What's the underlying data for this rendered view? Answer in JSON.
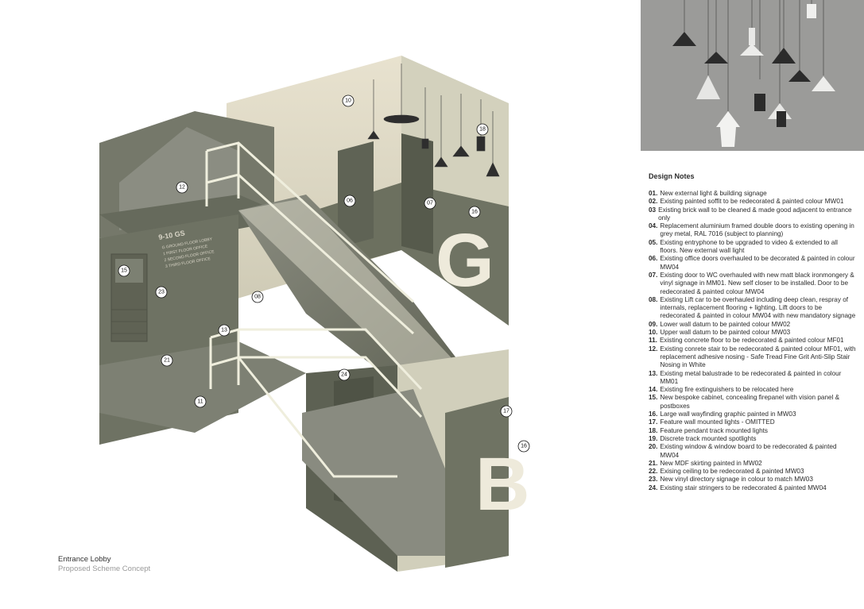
{
  "caption": {
    "title": "Entrance Lobby",
    "subtitle": "Proposed Scheme Concept"
  },
  "notes_title": "Design Notes",
  "notes": [
    {
      "num": "01.",
      "text": "New external light & building signage"
    },
    {
      "num": "02.",
      "text": "Existing painted soffit to be redecorated & painted colour MW01"
    },
    {
      "num": "03",
      "text": "Existing brick wall to be cleaned & made good adjacent to entrance only"
    },
    {
      "num": "04.",
      "text": "Replacement aluminium framed double doors to existing opening in grey metal, RAL 7016 (subject to planning)"
    },
    {
      "num": "05.",
      "text": "Existing entryphone to be upgraded to video & extended to all floors. New external wall light"
    },
    {
      "num": "06.",
      "text": "Existing office doors overhauled to be decorated & painted in colour MW04"
    },
    {
      "num": "07.",
      "text": "Existing door to WC overhauled with new matt black ironmongery & vinyl signage in MM01. New self closer to be installed. Door to be redecorated & painted colour MW04"
    },
    {
      "num": "08.",
      "text": "Existing Lift car to be overhauled including deep clean, respray of internals, replacement flooring + lighting. Lift doors to be redecorated & painted in colour MW04 with new mandatory signage"
    },
    {
      "num": "09.",
      "text": "Lower wall datum to be painted colour MW02"
    },
    {
      "num": "10.",
      "text": "Upper wall datum to be painted colour MW03"
    },
    {
      "num": "11.",
      "text": "Existing concrete floor to be redecorated & painted colour MF01"
    },
    {
      "num": "12.",
      "text": "Existing conrete stair to be redecorated & painted colour MF01, with replacement adhesive nosing - Safe Tread Fine Grit Anti-Slip Stair Nosing in White"
    },
    {
      "num": "13.",
      "text": "Existing metal balustrade to be redecorated & painted in colour MM01"
    },
    {
      "num": "14.",
      "text": "Existing fire extinguishers to be relocated here"
    },
    {
      "num": "15.",
      "text": "New bespoke cabinet, concealing firepanel with vision panel & postboxes"
    },
    {
      "num": "16.",
      "text": "Large wall wayfinding graphic painted in MW03"
    },
    {
      "num": "17.",
      "text": "Feature wall mounted lights - OMITTED"
    },
    {
      "num": "18.",
      "text": "Feature pendant track mounted lights"
    },
    {
      "num": "19.",
      "text": "Discrete track mounted spotlights"
    },
    {
      "num": "20.",
      "text": "Existing window & window board to be redecorated & painted MW04"
    },
    {
      "num": "21.",
      "text": "New MDF skirting painted in MW02"
    },
    {
      "num": "22.",
      "text": "Exising ceiling to be redecorated & painted MW03"
    },
    {
      "num": "23.",
      "text": "New vinyl directory signage in colour to match MW03"
    },
    {
      "num": "24.",
      "text": "Existing stair stringers to be redecorated & painted MW04"
    }
  ],
  "callouts": {
    "c10": "10",
    "c18": "18",
    "c12": "12",
    "c06": "06",
    "c07": "07",
    "c16a": "16",
    "c15": "15",
    "c23": "23",
    "c08": "08",
    "c13": "13",
    "c21": "21",
    "c24": "24",
    "c11": "11",
    "c17": "17",
    "c16b": "16"
  },
  "wayfinding": {
    "upper_letter": "G",
    "lower_letter": "B"
  },
  "directory": {
    "heading": "9-10 GS",
    "lines": [
      "G GROUND FLOOR LOBBY",
      "1 FIRST FLOOR OFFICE",
      "2 SECOND FLOOR OFFICE",
      "3 THIRD FLOOR OFFICE"
    ]
  },
  "colors": {
    "wall_dark": "#6f7363",
    "wall_light": "#d9d8c6",
    "floor": "#7a7d6f",
    "balustrade": "#efeedd",
    "wordmark": "#eeeadb"
  }
}
